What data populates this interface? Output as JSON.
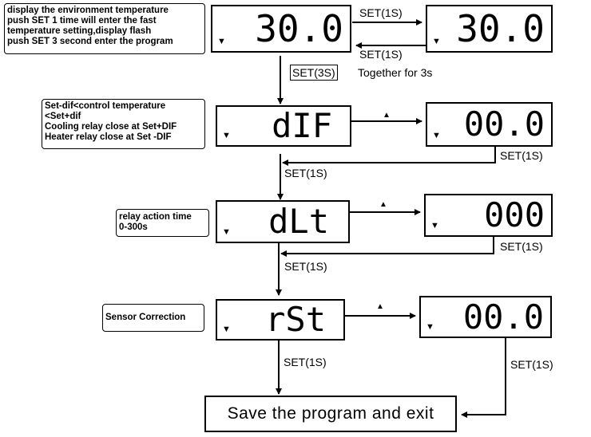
{
  "notes": {
    "env": [
      "display the environment temperature",
      "push SET 1 time will enter the fast",
      "temperature setting,display flash",
      "push SET 3 second enter the program"
    ],
    "dif": [
      "Set-dif<control temperature",
      "<Set+dif",
      "Cooling relay close at Set+DIF",
      "Heater relay close at Set -DIF"
    ],
    "dlt": [
      "relay action time",
      "0-300s"
    ],
    "rst": [
      "Sensor Correction"
    ]
  },
  "displays": {
    "main1": "30.0",
    "fast1": "30.0",
    "dif": "dIF",
    "dif_val": "00.0",
    "dlt": "dLt",
    "dlt_val": "000",
    "rst": "rSt",
    "rst_val": "00.0"
  },
  "indicator": "▼",
  "up_indicator": "▲",
  "labels": {
    "set1s": "SET(1S)",
    "set3s": "SET(3S)",
    "together": "Together for 3s"
  },
  "exit": "Save the program and exit"
}
